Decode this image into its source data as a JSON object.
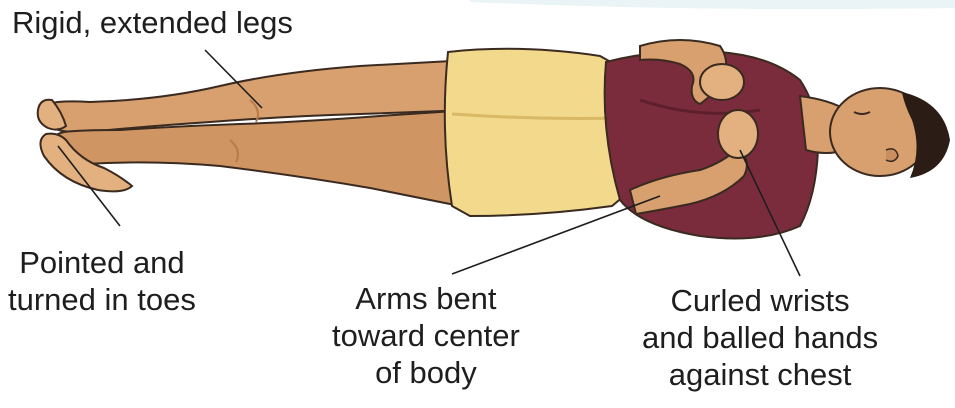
{
  "labels": {
    "legs": [
      "Rigid, extended legs"
    ],
    "toes": [
      "Pointed and",
      "turned in toes"
    ],
    "arms": [
      "Arms bent",
      "toward center",
      "of body"
    ],
    "wrists": [
      "Curled wrists",
      "and balled hands",
      "against chest"
    ]
  },
  "colors": {
    "skin": "#d8a06f",
    "skin_shadow": "#b87a4a",
    "outline": "#3a2a20",
    "shorts": "#f2d98c",
    "shorts_shadow": "#d9b866",
    "shirt": "#7a2c3c",
    "shirt_shadow": "#5e1f2d",
    "hair": "#2b1d16",
    "corner_banner": "#eaf4f7"
  }
}
